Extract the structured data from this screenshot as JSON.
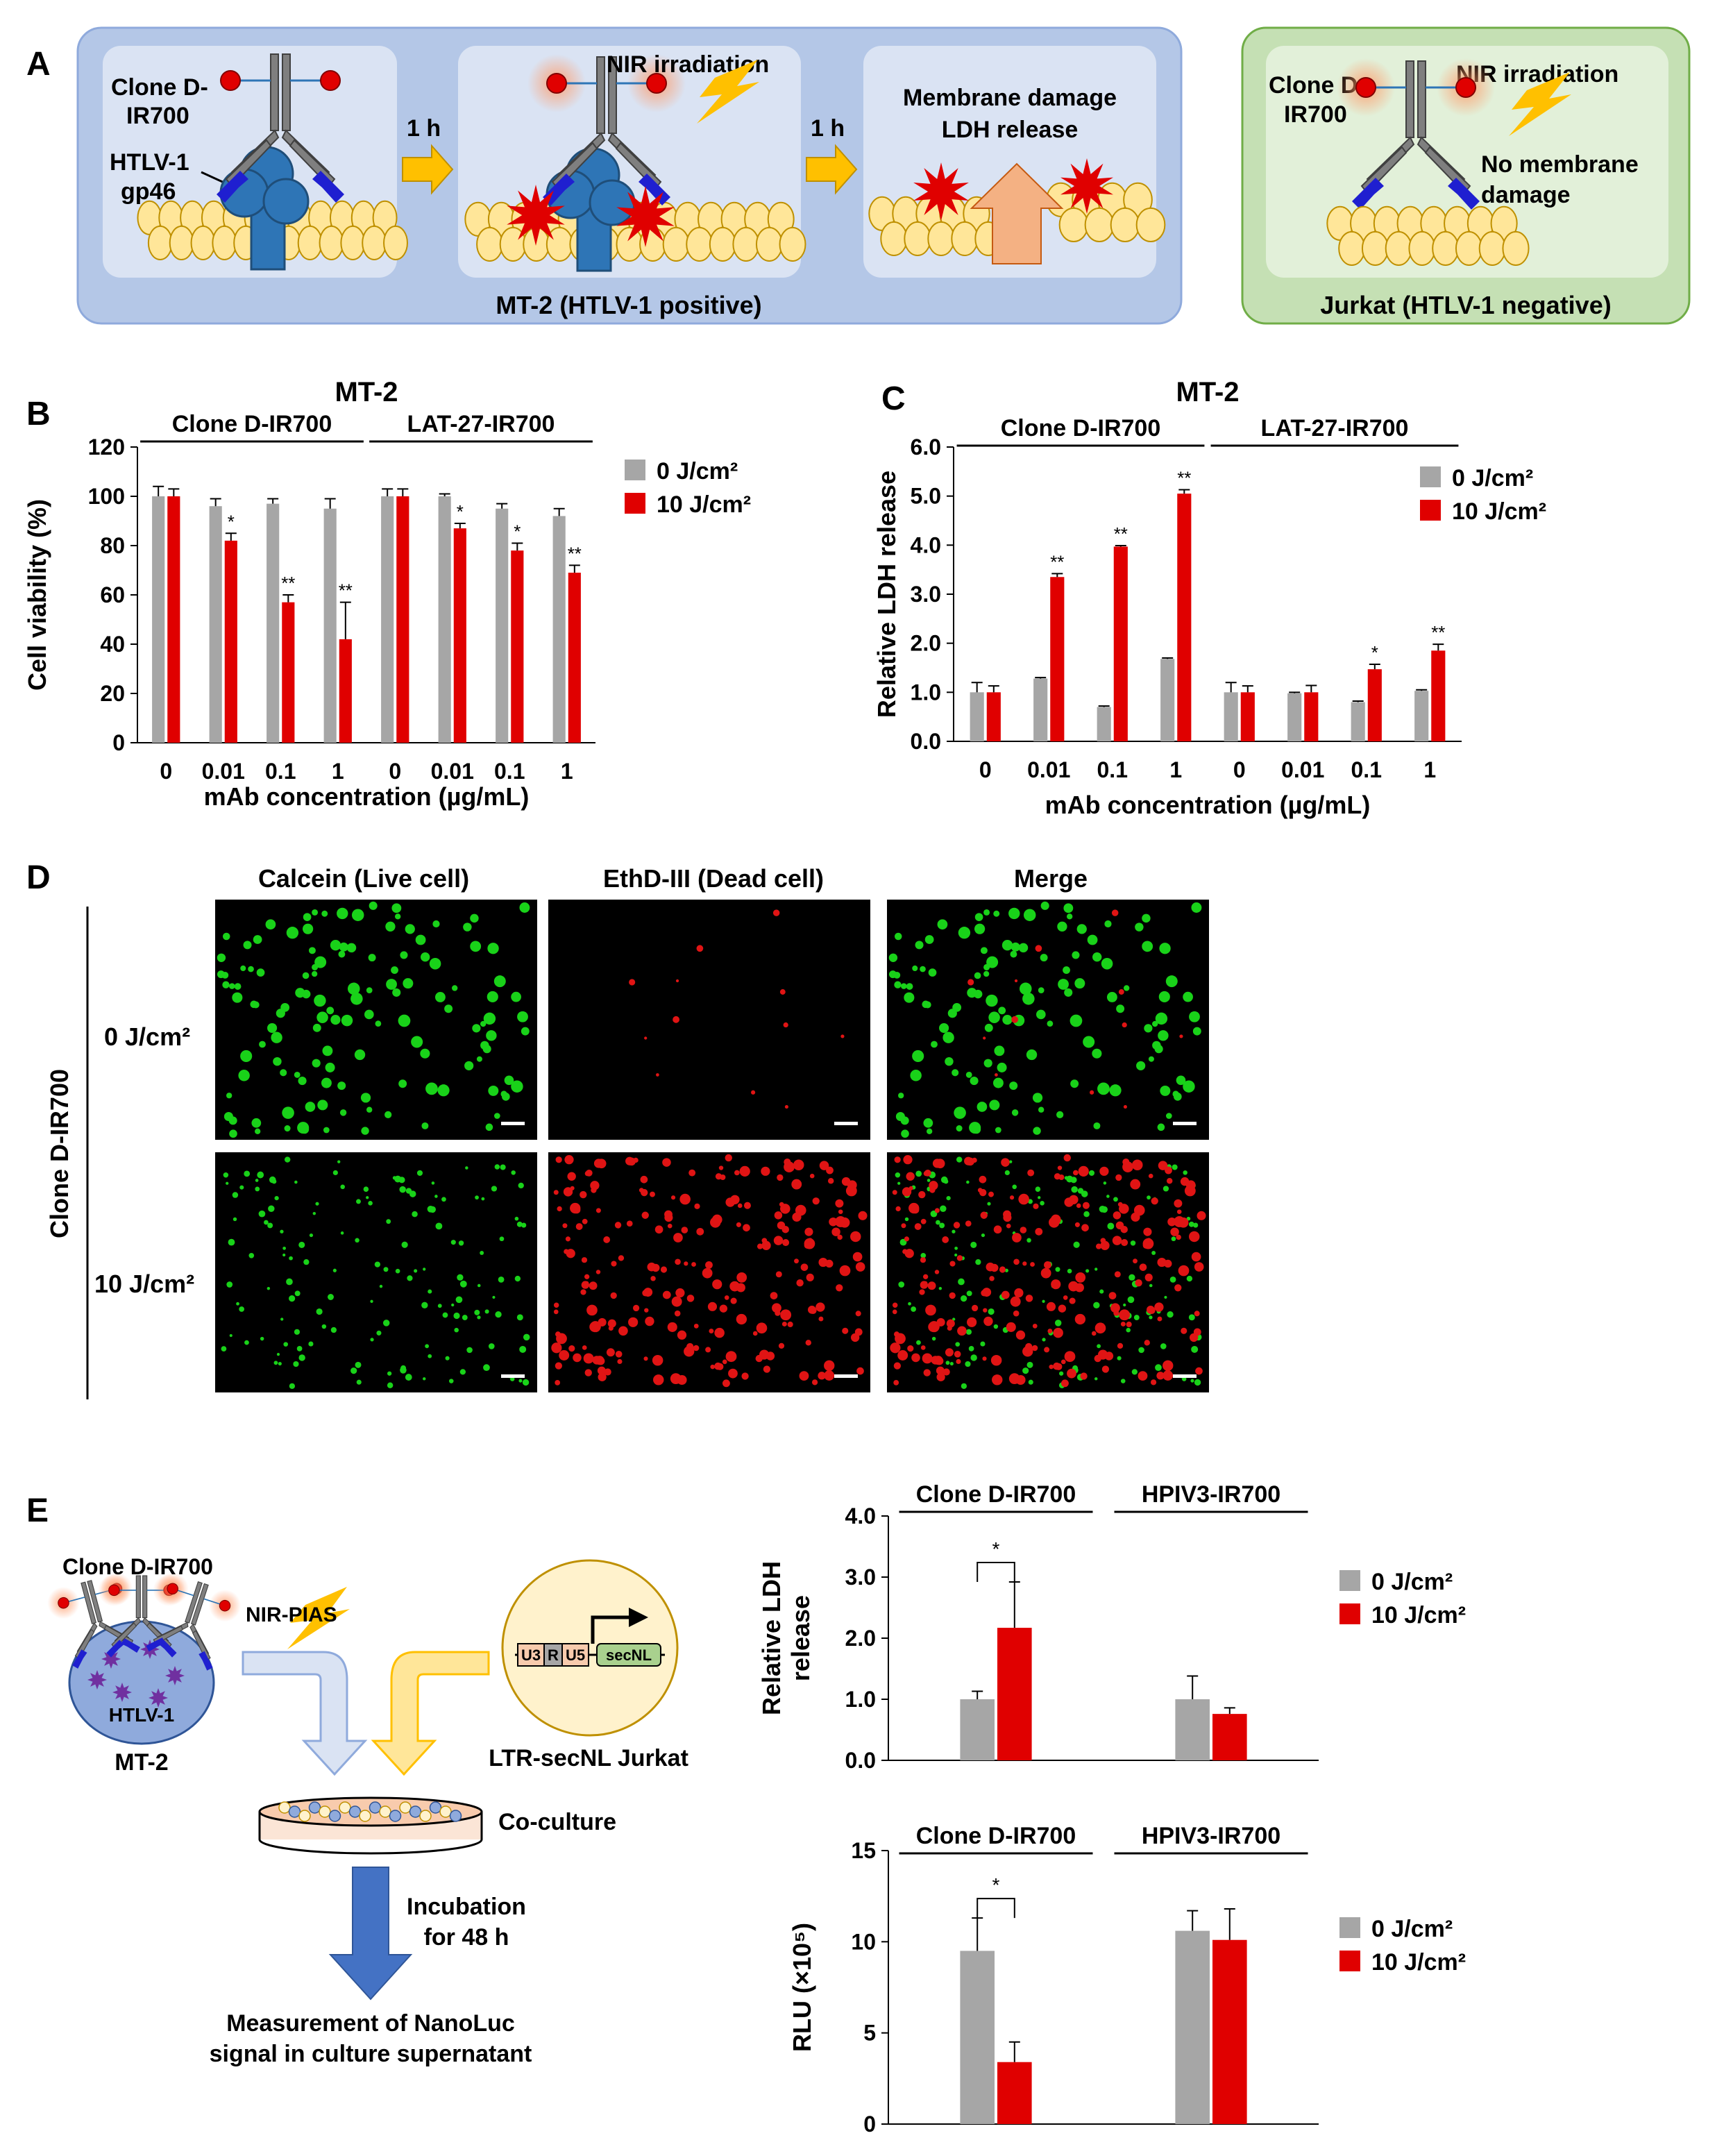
{
  "panel_letters": [
    "A",
    "B",
    "C",
    "D",
    "E"
  ],
  "panelA": {
    "step1": {
      "antibody": "Clone D-IR700",
      "antigen": "HTLV-1 gp46"
    },
    "arrow1": "1 h",
    "step2": {
      "light": "NIR irradiation"
    },
    "arrow2": "1 h",
    "step3": {
      "line1": "Membrane damage",
      "line2": "LDH release"
    },
    "mt2_caption": "MT-2 (HTLV-1 positive)",
    "jurkat": {
      "antibody": "Clone D-IR700",
      "light": "NIR irradiation",
      "effect": "No membrane damage",
      "caption": "Jurkat (HTLV-1 negative)"
    },
    "colors": {
      "mt2_box": "#b4c7e7",
      "jurkat_box": "#c5e0b4",
      "antibody": "#7f7f7f",
      "dye": "#e00000",
      "antigen": "#2e75b6",
      "membrane": "#ffe699",
      "arrow": "#ffc000"
    }
  },
  "panelE_diagram": {
    "antibody": "Clone D-IR700",
    "light": "NIR-PIAS",
    "cell_virus": "HTLV-1",
    "cell_name": "MT-2",
    "reporter_elements": [
      "U3",
      "R",
      "U5",
      "secNL"
    ],
    "reporter_name": "LTR-secNL Jurkat",
    "coculture": "Co-culture",
    "incubation": "Incubation for 48 h",
    "measure": "Measurement of NanoLuc signal in culture supernatant"
  },
  "panelD": {
    "columns": [
      "Calcein (Live cell)",
      "EthD-III (Dead cell)",
      "Merge"
    ],
    "group_label": "Clone D-IR700",
    "rows": [
      "0 J/cm²",
      "10 J/cm²"
    ],
    "colors": {
      "live": "#19d219",
      "dead": "#e01414"
    }
  },
  "chart_data": [
    {
      "id": "B",
      "type": "bar",
      "title": "MT-2",
      "groups": [
        "Clone D-IR700",
        "LAT-27-IR700"
      ],
      "categories": [
        "0",
        "0.01",
        "0.1",
        "1",
        "0",
        "0.01",
        "0.1",
        "1"
      ],
      "xlabel": "mAb concentration (µg/mL)",
      "ylabel": "Cell viability (%)",
      "ylim": [
        0,
        120
      ],
      "yticks": [
        "0",
        "20",
        "40",
        "60",
        "80",
        "100",
        "120"
      ],
      "series": [
        {
          "name": "0 J/cm²",
          "color": "#a6a6a6",
          "values": [
            100,
            96,
            97,
            95,
            100,
            100,
            95,
            92
          ],
          "errors": [
            4,
            3,
            2,
            4,
            3,
            1,
            2,
            3
          ]
        },
        {
          "name": "10 J/cm²",
          "color": "#e00000",
          "values": [
            100,
            82,
            57,
            42,
            100,
            87,
            78,
            69
          ],
          "errors": [
            3,
            3,
            3,
            15,
            3,
            2,
            3,
            3
          ]
        }
      ],
      "significance": [
        null,
        "*",
        "**",
        "**",
        null,
        "*",
        "*",
        "**"
      ],
      "legend": "right"
    },
    {
      "id": "C",
      "type": "bar",
      "title": "MT-2",
      "groups": [
        "Clone D-IR700",
        "LAT-27-IR700"
      ],
      "categories": [
        "0",
        "0.01",
        "0.1",
        "1",
        "0",
        "0.01",
        "0.1",
        "1"
      ],
      "xlabel": "mAb concentration (µg/mL)",
      "ylabel": "Relative LDH release",
      "ylim": [
        0,
        6
      ],
      "yticks": [
        "0.0",
        "1.0",
        "2.0",
        "3.0",
        "4.0",
        "5.0",
        "6.0"
      ],
      "series": [
        {
          "name": "0 J/cm²",
          "color": "#a6a6a6",
          "values": [
            1.0,
            1.28,
            0.7,
            1.68,
            1.0,
            0.98,
            0.8,
            1.03
          ],
          "errors": [
            0.2,
            0.02,
            0.02,
            0.02,
            0.2,
            0.02,
            0.02,
            0.02
          ]
        },
        {
          "name": "10 J/cm²",
          "color": "#e00000",
          "values": [
            1.0,
            3.35,
            3.97,
            5.05,
            1.0,
            1.0,
            1.47,
            1.85
          ],
          "errors": [
            0.13,
            0.07,
            0.02,
            0.08,
            0.13,
            0.14,
            0.1,
            0.13
          ]
        }
      ],
      "significance": [
        null,
        "**",
        "**",
        "**",
        null,
        null,
        "*",
        "**"
      ],
      "legend": "right"
    },
    {
      "id": "E-LDH",
      "type": "bar",
      "groups": [
        "Clone D-IR700",
        "HPIV3-IR700"
      ],
      "ylabel": "Relative LDH release",
      "ylim": [
        0,
        4
      ],
      "yticks": [
        "0.0",
        "1.0",
        "2.0",
        "3.0",
        "4.0"
      ],
      "series": [
        {
          "name": "0 J/cm²",
          "color": "#a6a6a6",
          "values": [
            1.0,
            1.0
          ],
          "errors": [
            0.13,
            0.38
          ]
        },
        {
          "name": "10 J/cm²",
          "color": "#e00000",
          "values": [
            2.17,
            0.76
          ],
          "errors": [
            0.75,
            0.1
          ]
        }
      ],
      "significance": [
        "*",
        null
      ],
      "legend": "right"
    },
    {
      "id": "E-RLU",
      "type": "bar",
      "groups": [
        "Clone D-IR700",
        "HPIV3-IR700"
      ],
      "ylabel": "RLU (×10⁵)",
      "ylim": [
        0,
        15
      ],
      "yticks": [
        "0",
        "5",
        "10",
        "15"
      ],
      "series": [
        {
          "name": "0 J/cm²",
          "color": "#a6a6a6",
          "values": [
            9.5,
            10.6
          ],
          "errors": [
            1.8,
            1.1
          ]
        },
        {
          "name": "10 J/cm²",
          "color": "#e00000",
          "values": [
            3.4,
            10.1
          ],
          "errors": [
            1.1,
            1.7
          ]
        }
      ],
      "significance": [
        "*",
        null
      ],
      "legend": "right"
    }
  ]
}
